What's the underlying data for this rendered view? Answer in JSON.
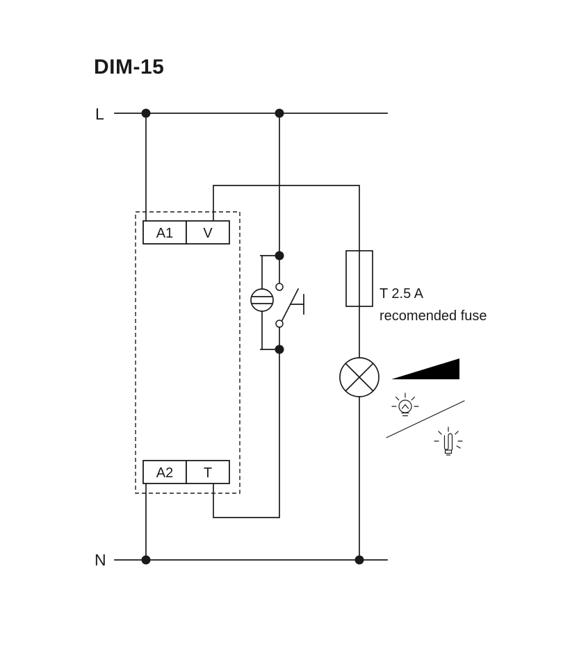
{
  "diagram": {
    "title": "DIM-15",
    "labels": {
      "live": "L",
      "neutral": "N"
    },
    "terminals": {
      "a1": "A1",
      "v": "V",
      "a2": "A2",
      "t": "T"
    },
    "fuse_note": {
      "line1": "T 2.5 A",
      "line2": "recomended fuse"
    },
    "icons": {
      "fuse": "rectangle-with-through-line",
      "lamp_load": "circle-with-x",
      "pushbutton": "illuminated-pushbutton-neon-lamp-with-no-contact",
      "dimmer_ramp": "black-ascending-ramp-triangle",
      "incandescent_bulb": "bulb-with-rays",
      "cfl_lamp": "energy-saving-lamp-with-rays",
      "junction": "filled-dot"
    },
    "colors": {
      "line": "#1a1a1a",
      "background": "#ffffff",
      "ramp_fill": "#000000"
    }
  }
}
